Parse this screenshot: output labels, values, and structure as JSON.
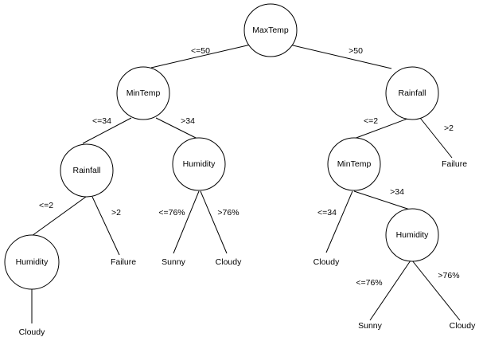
{
  "diagram": {
    "nodes": {
      "root": "MaxTemp",
      "left_min_temp": "MinTemp",
      "right_rainfall": "Rainfall",
      "left_rainfall": "Rainfall",
      "left_humidity_mid": "Humidity",
      "right_min_temp": "MinTemp",
      "left_humidity_bottom": "Humidity",
      "right_humidity_bottom": "Humidity"
    },
    "leaves": {
      "failure_right_top": "Failure",
      "failure_left": "Failure",
      "sunny_left": "Sunny",
      "cloudy_mid": "Cloudy",
      "cloudy_right_mid": "Cloudy",
      "cloudy_bottom_left": "Cloudy",
      "sunny_right": "Sunny",
      "cloudy_right": "Cloudy"
    },
    "edges": {
      "root_left": "<=50",
      "root_right": ">50",
      "min_temp_left": "<=34",
      "min_temp_right": ">34",
      "rainfall_right_left": "<=2",
      "rainfall_right_right": ">2",
      "rainfall_left_left": "<=2",
      "rainfall_left_right": ">2",
      "humidity_mid_left": "<=76%",
      "humidity_mid_right": ">76%",
      "min_temp_right_left": "<=34",
      "min_temp_right_right": ">34",
      "humidity_bottom_right_left": "<=76%",
      "humidity_bottom_right_right": ">76%"
    }
  }
}
